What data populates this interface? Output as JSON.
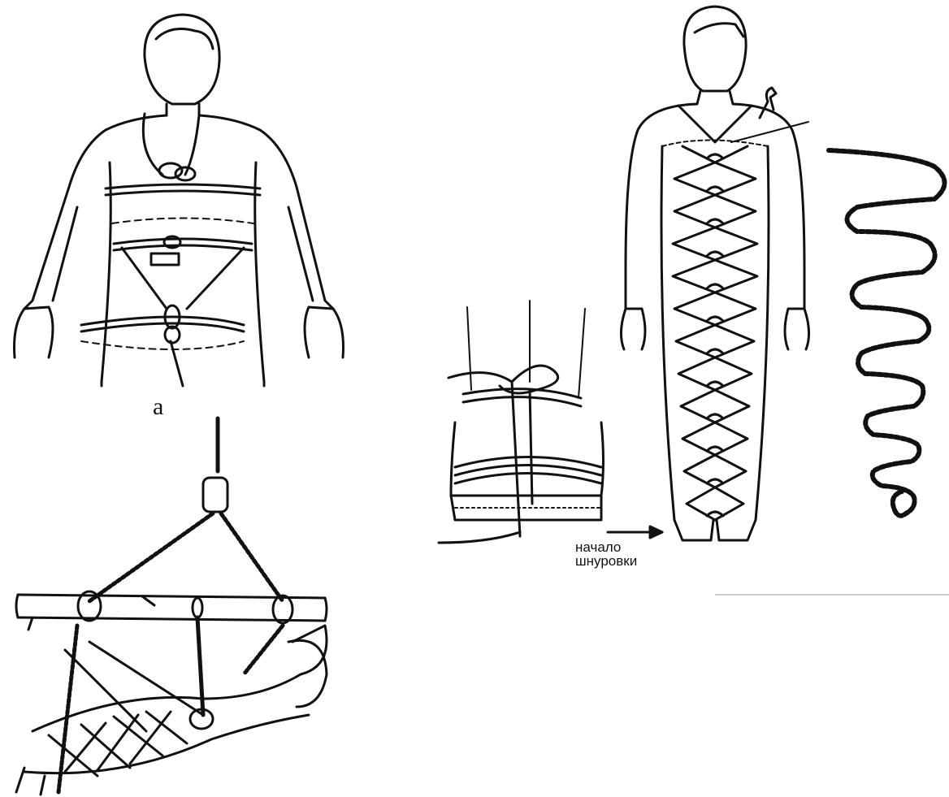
{
  "figure": {
    "panel_a_label": "a",
    "lacing_label_line1": "начало",
    "lacing_label_line2": "шнуровки",
    "ink_color": "#111111"
  }
}
